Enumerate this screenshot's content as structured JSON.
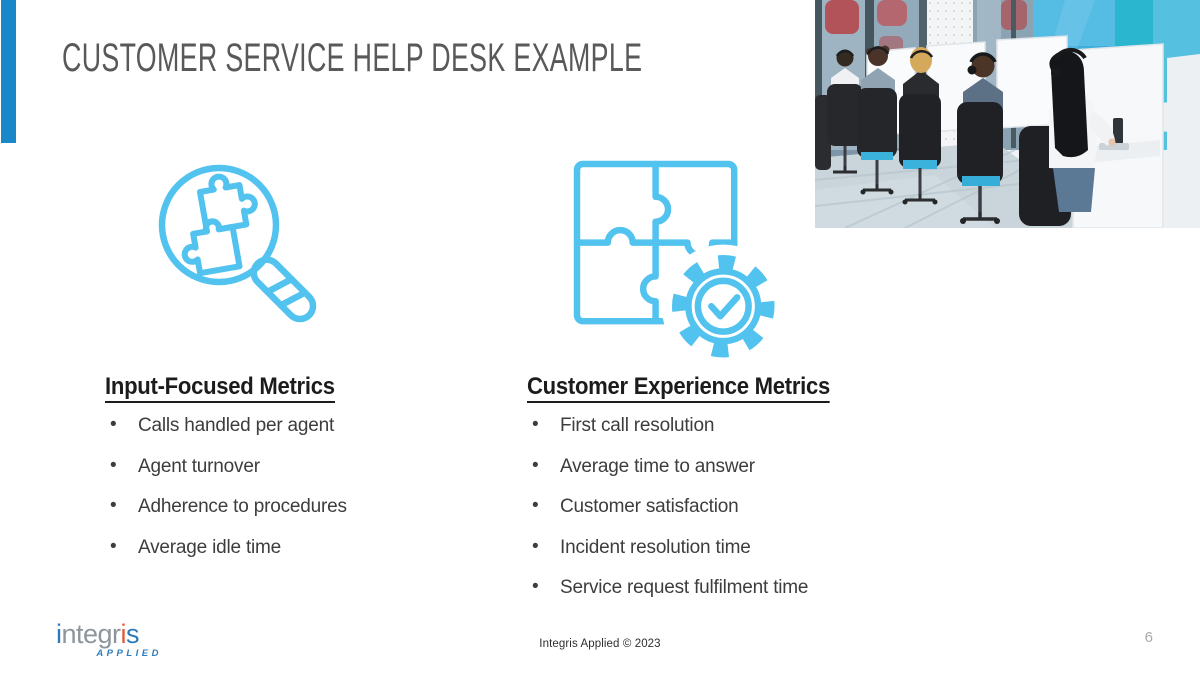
{
  "slide": {
    "title": "CUSTOMER SERVICE HELP DESK EXAMPLE",
    "footer_credit": "Integris Applied © 2023",
    "page_number": "6"
  },
  "columns": [
    {
      "heading": "Input-Focused Metrics",
      "items": [
        "Calls handled per agent",
        "Agent turnover",
        "Adherence to procedures",
        "Average idle time"
      ]
    },
    {
      "heading": "Customer Experience Metrics",
      "items": [
        "First call resolution",
        "Average time to answer",
        "Customer satisfaction",
        "Incident resolution time",
        "Service request fulfilment time"
      ]
    }
  ],
  "logo": {
    "part1": "i",
    "part2": "ntegr",
    "part3": "i",
    "part4": "s",
    "tagline": "APPLIED"
  },
  "icons": {
    "left": "magnifying-glass-with-puzzle-pieces",
    "right": "puzzle-pieces-with-gear-checkmark"
  },
  "photo": {
    "description": "Call center agents wearing headsets working at white cubicle desks"
  },
  "colors": {
    "accent_bar": "#1987C8",
    "icon_blue": "#52C2EF",
    "title_gray": "#595959",
    "body_text": "#3D3D3D",
    "logo_blue": "#2E79B9",
    "logo_orange": "#E05A3A",
    "logo_gray": "#8E959B"
  }
}
